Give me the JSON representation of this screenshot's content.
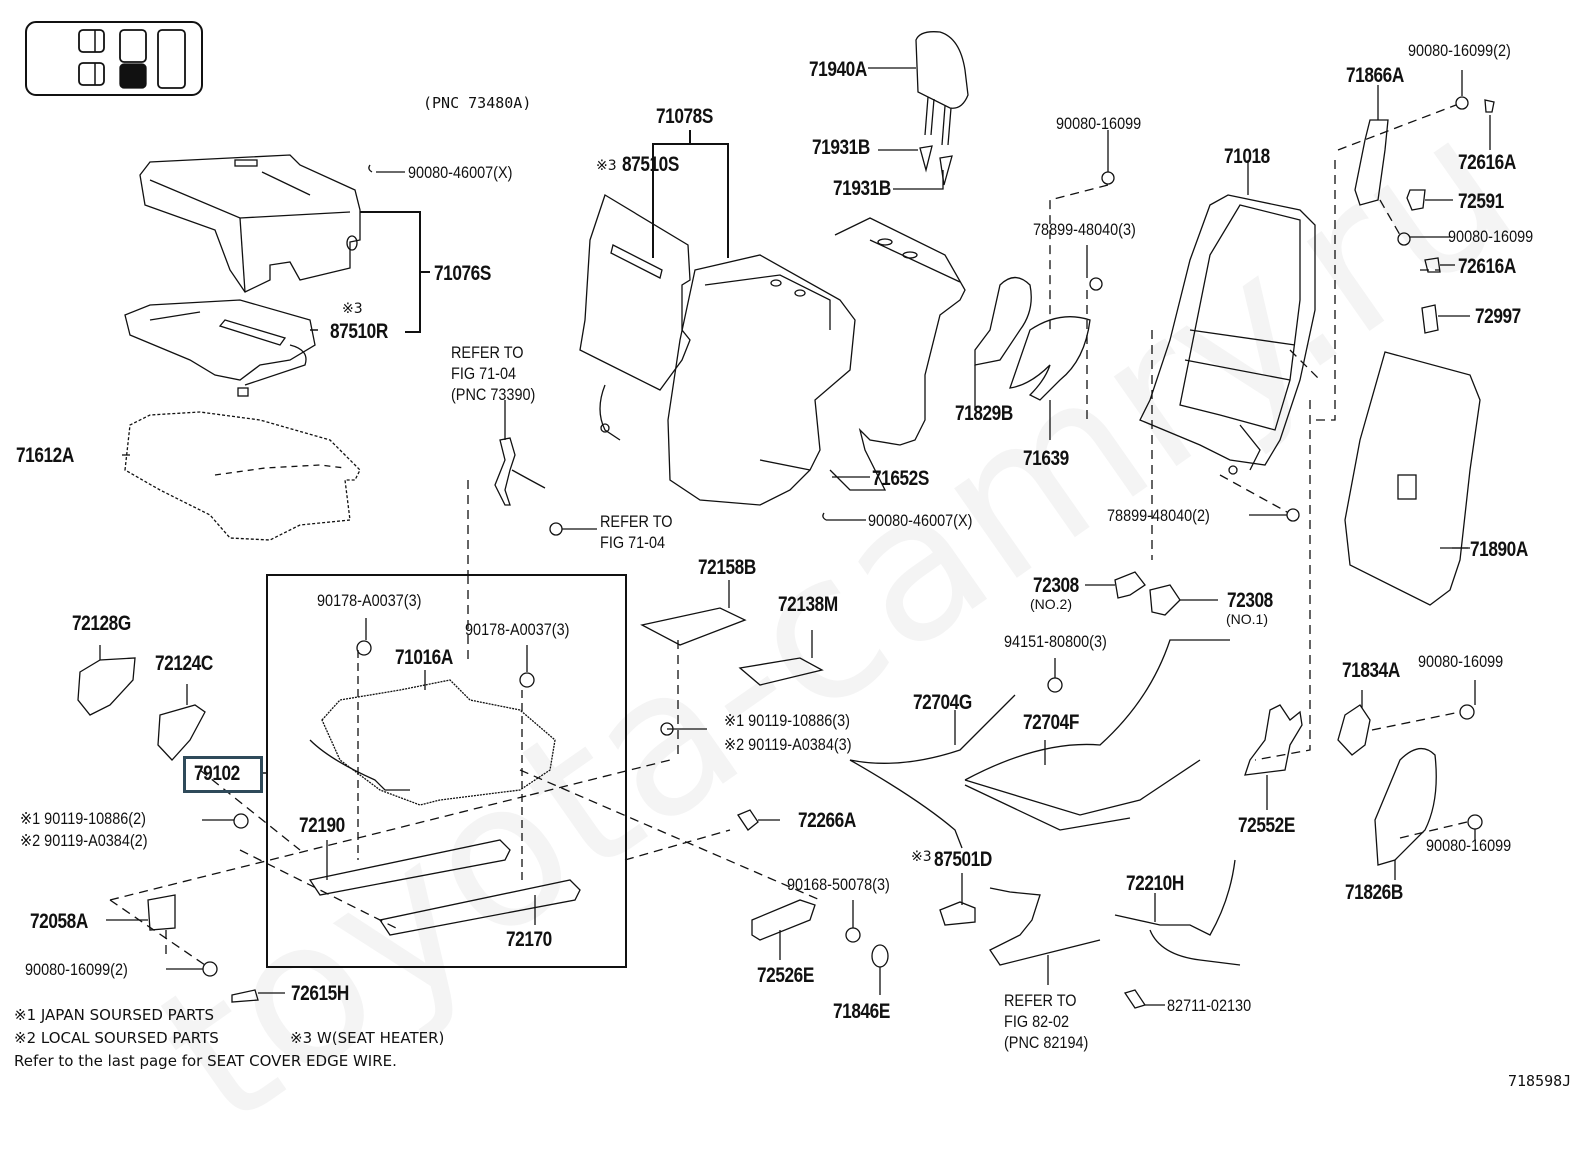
{
  "diagram": {
    "figure_id": "718598J",
    "pnc_header": "(PNC 73480A)",
    "watermark": "toyota-camry.ru",
    "locator_icon": "seat-position-locator-icon",
    "highlighted_part": "79102",
    "labels": {
      "p90080_46007_top": "90080-46007(X)",
      "p71076S": "71076S",
      "p87510R_mark": "※3",
      "p87510R": "87510R",
      "p71612A": "71612A",
      "p71078S": "71078S",
      "p87510S_mark": "※3",
      "p87510S": "87510S",
      "p71940A": "71940A",
      "p71931B_1": "71931B",
      "p71931B_2": "71931B",
      "p90080_16099_a": "90080-16099",
      "p78899_48040_3": "78899-48040(3)",
      "p71018": "71018",
      "p71866A": "71866A",
      "p90080_16099_2a": "90080-16099(2)",
      "p72616A_1": "72616A",
      "p72591": "72591",
      "p90080_16099_b": "90080-16099",
      "p72616A_2": "72616A",
      "p72997": "72997",
      "p71829B": "71829B",
      "p71639": "71639",
      "p71652S": "71652S",
      "p90080_46007_mid": "90080-46007(X)",
      "p78899_48040_2": "78899-48040(2)",
      "p71890A": "71890A",
      "ref1_line1": "REFER TO",
      "ref1_line2": "FIG 71-04",
      "ref1_line3": "(PNC 73390)",
      "ref2_line1": "REFER TO",
      "ref2_line2": "FIG 71-04",
      "p72158B": "72158B",
      "p72138M": "72138M",
      "p72128G": "72128G",
      "p72124C": "72124C",
      "p79102": "79102",
      "p90178_A0037_1": "90178-A0037(3)",
      "p90178_A0037_2": "90178-A0037(3)",
      "p71016A": "71016A",
      "p72190": "72190",
      "p72170": "72170",
      "bolt_left_1": "※1 90119-10886(2)",
      "bolt_left_2": "※2 90119-A0384(2)",
      "bolt_mid_1": "※1 90119-10886(3)",
      "bolt_mid_2": "※2 90119-A0384(3)",
      "p72058A": "72058A",
      "p90080_16099_2b": "90080-16099(2)",
      "p72615H": "72615H",
      "p72266A": "72266A",
      "p72308_no2": "72308",
      "p72308_no2_sub": "(NO.2)",
      "p72308_no1": "72308",
      "p72308_no1_sub": "(NO.1)",
      "p94151_80800": "94151-80800(3)",
      "p72704G": "72704G",
      "p72704F": "72704F",
      "p71834A": "71834A",
      "p90080_16099_c": "90080-16099",
      "p72552E": "72552E",
      "p90080_16099_d": "90080-16099",
      "p71826B": "71826B",
      "p90168_50078": "90168-50078(3)",
      "p87501D_mark": "※3",
      "p87501D": "87501D",
      "p72526E": "72526E",
      "p71846E": "71846E",
      "ref3_line1": "REFER TO",
      "ref3_line2": "FIG 82-02",
      "ref3_line3": "(PNC 82194)",
      "p72210H": "72210H",
      "p82711_02130": "82711-02130"
    },
    "notes": [
      "※1 JAPAN SOURSED PARTS",
      "※2 LOCAL SOURSED PARTS",
      "※3 W(SEAT HEATER)",
      "Refer to the last page for SEAT COVER EDGE WIRE."
    ]
  }
}
